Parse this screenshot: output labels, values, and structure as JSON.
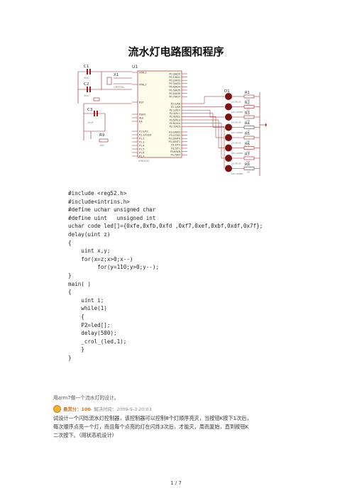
{
  "title": "流水灯电路图和程序",
  "schematic": {
    "u1": "U1",
    "u1_part": "AT89C52",
    "c1": "C1",
    "c1_val": "30p",
    "c2": "C2",
    "c2_val": "30p",
    "c3": "C3",
    "c3_val": "10uF",
    "x1": "X1",
    "x1_val": "CRYSTAL",
    "r9": "R9",
    "r9_val": "10k",
    "d1": "D1",
    "pin_left": [
      "XTAL1",
      "XTAL2",
      "RST",
      "PSEN",
      "ALE",
      "EA",
      "P1.0/T2",
      "P1.1/T2EX",
      "P1.2",
      "P1.3",
      "P1.4",
      "P1.5",
      "P1.6",
      "P1.7"
    ],
    "pin_right_p0": [
      "P0.0/AD0",
      "P0.1/AD1",
      "P0.2/AD2",
      "P0.3/AD3",
      "P0.4/AD4",
      "P0.5/AD5",
      "P0.6/AD6",
      "P0.7/AD7"
    ],
    "pin_right_p2": [
      "P2.0/A8",
      "P2.1/A9",
      "P2.2/A10",
      "P2.3/A11",
      "P2.4/A12",
      "P2.5/A13",
      "P2.6/A14",
      "P2.7/A15"
    ],
    "pin_right_p3": [
      "P3.0/RXD",
      "P3.1/TXD",
      "P3.2/INT0",
      "P3.3/INT1",
      "P3.4/T0",
      "P3.5/T1",
      "P3.6/WR",
      "P3.7/RD"
    ],
    "resistors": [
      "R1",
      "R2",
      "R3",
      "R4",
      "R5",
      "R6",
      "R7",
      "R8"
    ],
    "res_val": "300",
    "led_labels": [
      "LED-BLUE",
      "LED-GREEN",
      "LED-BLUE",
      "LED-GREEN",
      "LED-BLUE",
      "LED-GREEN",
      "LED-BLUE",
      "LED-GREEN"
    ]
  },
  "code_lines": [
    "#include <reg52.h>",
    "#include<intrins.h>",
    "#define uchar unsigned char",
    "#define uint   unsigned int",
    "uchar code led[]={0xfe,0xfb,0xfd ,0xf7,0xef,0xbf,0xdf,0x7f};",
    "delay(uint z)",
    "{",
    "    uint x,y;",
    "    for(x=z;x>0;x--)",
    "         for(y=110;y>0;y--);",
    "}",
    "main( )",
    "{",
    "    uint i;",
    "    while(1)",
    "    {",
    "    P2=led[];",
    "    delay(500);",
    "    _crol_(led,1);",
    "    }",
    "}"
  ],
  "question": "用arm7做一个流水灯的设计。",
  "meta": {
    "score_label": "悬赏分：100",
    "resolve_time": " - 解决时间：2009-9-3 20:03"
  },
  "body_lines": [
    "试设计一个闪烁流水灯控制器，该控制器可以控制8个灯顺序亮灭，当按钮K按下1次后，",
    "每次顺序点亮一个灯，而且每个点亮的灯在闪烁3次后，才能灭，周而复始，直到按钮K",
    "二次按下。（用状态机设计）"
  ],
  "footer": "1  /  7",
  "colors": {
    "wire": "#9b2020",
    "led": "#7a1414",
    "chip": "#fffbe9",
    "chip_border": "#b03030"
  }
}
